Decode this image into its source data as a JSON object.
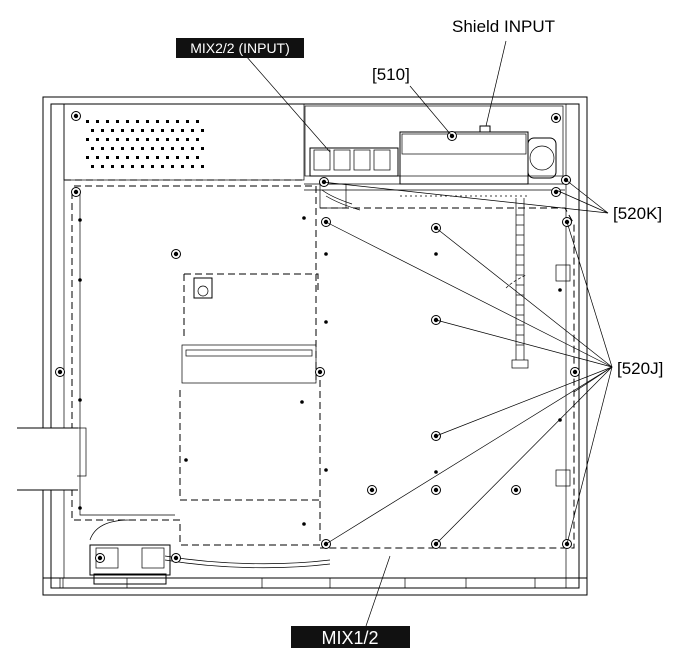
{
  "labels": {
    "mix2_input": "MIX2/2 (INPUT)",
    "shield_input": "Shield INPUT",
    "ref_510": "[510]",
    "ref_520k": "[520K]",
    "ref_520j": "[520J]",
    "mix1_2": "MIX1/2"
  }
}
